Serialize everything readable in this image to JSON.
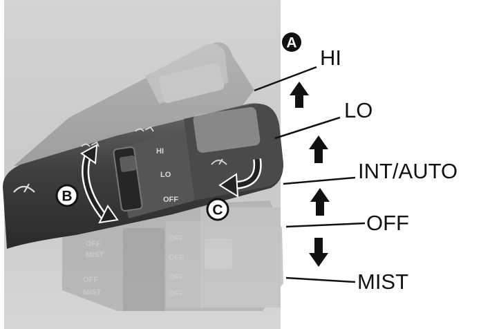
{
  "markers": {
    "a": "A",
    "b": "B",
    "c": "C"
  },
  "positions": {
    "hi": "HI",
    "lo": "LO",
    "int_auto": "INT/AUTO",
    "off": "OFF",
    "mist": "MIST"
  },
  "switch_labels": {
    "hi": "HI",
    "lo": "LO",
    "off": "OFF",
    "mist": "MIST"
  },
  "colors": {
    "background": "#ffffff",
    "scene": "#c4c4c4",
    "lever_dark": "#404040",
    "arrow": "#111111"
  },
  "icons": [
    "wiper-icon",
    "washer-icon",
    "rotary-knob-icon",
    "arrow-up-icon",
    "arrow-down-icon",
    "rotate-arrow-icon"
  ]
}
